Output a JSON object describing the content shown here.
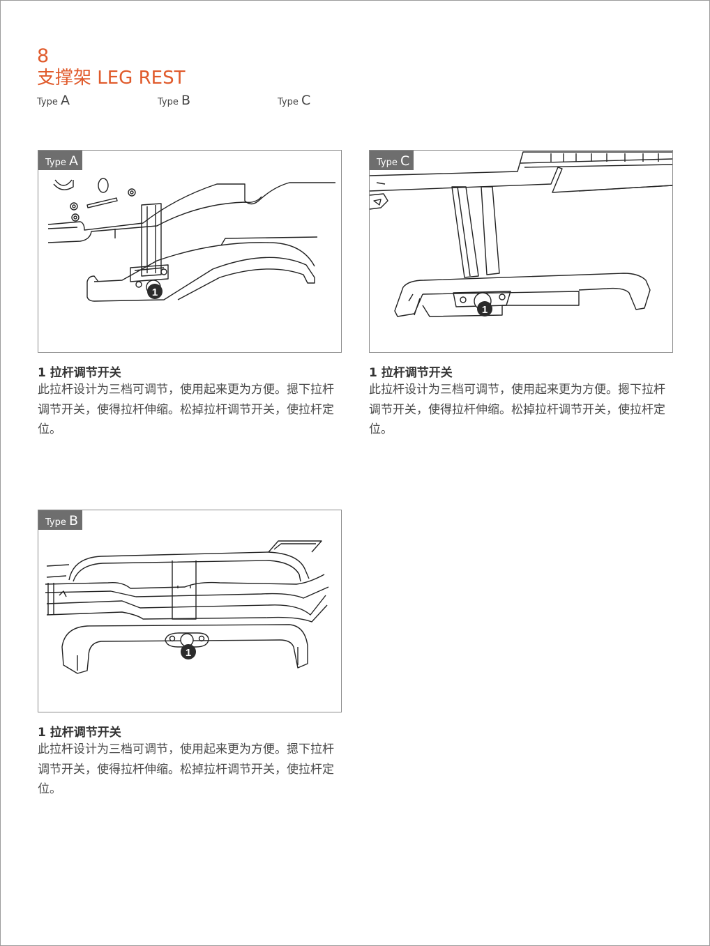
{
  "header": {
    "number": "8",
    "title": "支撑架 LEG REST",
    "legend": [
      {
        "prefix": "Type",
        "letter": "A"
      },
      {
        "prefix": "Type",
        "letter": "B"
      },
      {
        "prefix": "Type",
        "letter": "C"
      }
    ]
  },
  "panels": {
    "a": {
      "prefix": "Type",
      "letter": "A",
      "callout": "1",
      "heading": "1 拉杆调节开关",
      "body": "此拉杆设计为三档可调节，使用起来更为方便。摁下拉杆调节开关，使得拉杆伸缩。松掉拉杆调节开关，使拉杆定位。"
    },
    "c": {
      "prefix": "Type",
      "letter": "C",
      "callout": "1",
      "heading": "1 拉杆调节开关",
      "body": "此拉杆设计为三档可调节，使用起来更为方便。摁下拉杆调节开关，使得拉杆伸缩。松掉拉杆调节开关，使拉杆定位。"
    },
    "b": {
      "prefix": "Type",
      "letter": "B",
      "callout": "1",
      "heading": "1 拉杆调节开关",
      "body": "此拉杆设计为三档可调节，使用起来更为方便。摁下拉杆调节开关，使得拉杆伸缩。松掉拉杆调节开关，使拉杆定位。"
    }
  },
  "colors": {
    "accent": "#e05a2b",
    "tag_bg": "#6e6e6e",
    "frame": "#8a8a8a"
  }
}
